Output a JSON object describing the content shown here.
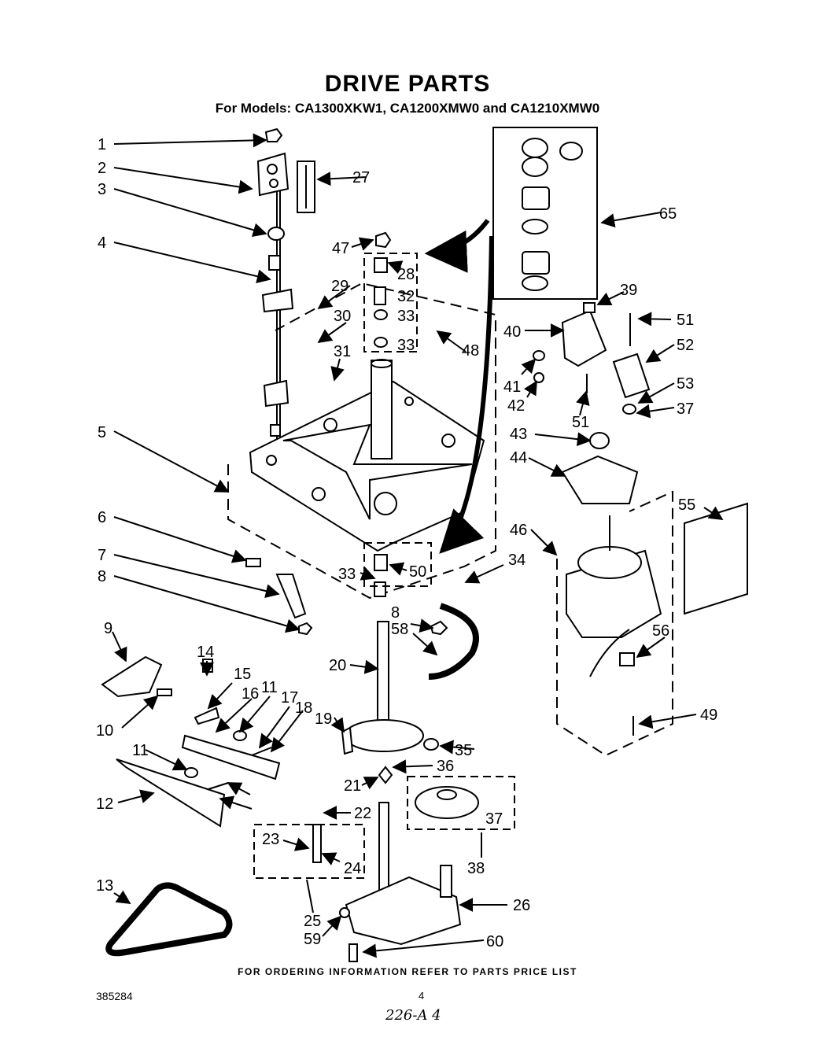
{
  "title": "DRIVE PARTS",
  "subtitle": "For Models: CA1300XKW1, CA1200XMW0 and CA1210XMW0",
  "footer_note": "FOR ORDERING INFORMATION REFER TO PARTS PRICE LIST",
  "doc_number": "385284",
  "page_number": "4",
  "handwritten_note": "226-A 4",
  "callouts": [
    "1",
    "2",
    "3",
    "4",
    "5",
    "6",
    "7",
    "8",
    "9",
    "10",
    "11",
    "12",
    "13",
    "14",
    "15",
    "16",
    "11",
    "17",
    "18",
    "19",
    "20",
    "21",
    "22",
    "23",
    "24",
    "25",
    "59",
    "60",
    "26",
    "38",
    "37",
    "36",
    "35",
    "8",
    "58",
    "33",
    "50",
    "34",
    "47",
    "28",
    "32",
    "33",
    "33",
    "48",
    "29",
    "30",
    "31",
    "27",
    "65",
    "39",
    "40",
    "41",
    "42",
    "51",
    "51",
    "52",
    "53",
    "37",
    "43",
    "44",
    "46",
    "55",
    "56",
    "49"
  ]
}
